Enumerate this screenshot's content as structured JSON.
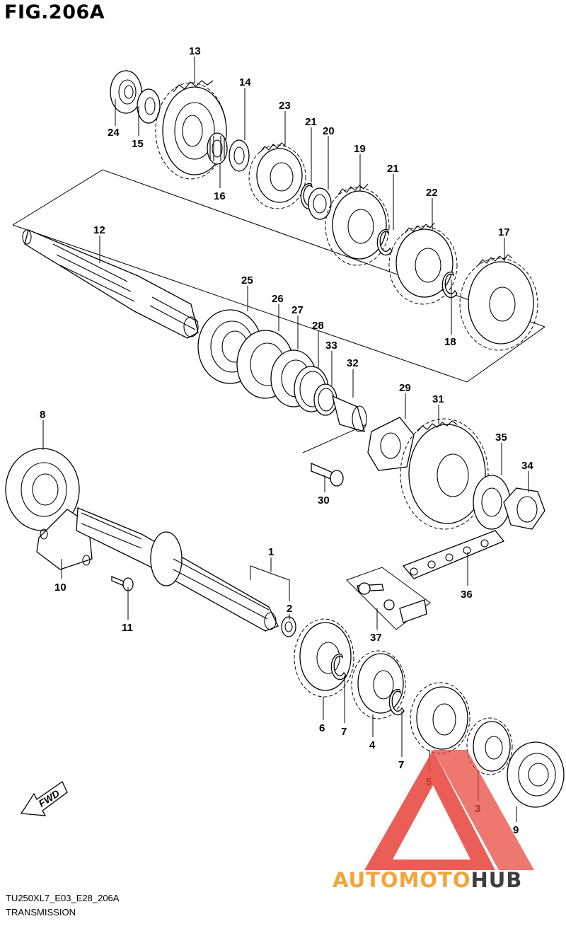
{
  "figure": {
    "title": "FIG.206A"
  },
  "footer": {
    "code": "TU250XL7_E03_E28_206A",
    "name": "TRANSMISSION"
  },
  "watermark": {
    "part1": "AUTOMOTO",
    "part2": "HUB",
    "color_orange": "#f4a43a",
    "color_red": "#e8433a",
    "color_dark": "#3d3d3d"
  },
  "direction_arrow": {
    "label": "FWD"
  },
  "part_numbers": {
    "p1": "1",
    "p2": "2",
    "p3": "3",
    "p4": "4",
    "p5": "5",
    "p6": "6",
    "p7a": "7",
    "p7b": "7",
    "p8": "8",
    "p9": "9",
    "p10": "10",
    "p11": "11",
    "p12": "12",
    "p13": "13",
    "p14": "14",
    "p15": "15",
    "p16": "16",
    "p17": "17",
    "p18": "18",
    "p19": "19",
    "p20": "20",
    "p21a": "21",
    "p21b": "21",
    "p22": "22",
    "p23": "23",
    "p24": "24",
    "p25": "25",
    "p26": "26",
    "p27": "27",
    "p28": "28",
    "p29": "29",
    "p30": "30",
    "p31": "31",
    "p32": "32",
    "p33": "33",
    "p34": "34",
    "p35": "35",
    "p36": "36",
    "p37": "37"
  }
}
